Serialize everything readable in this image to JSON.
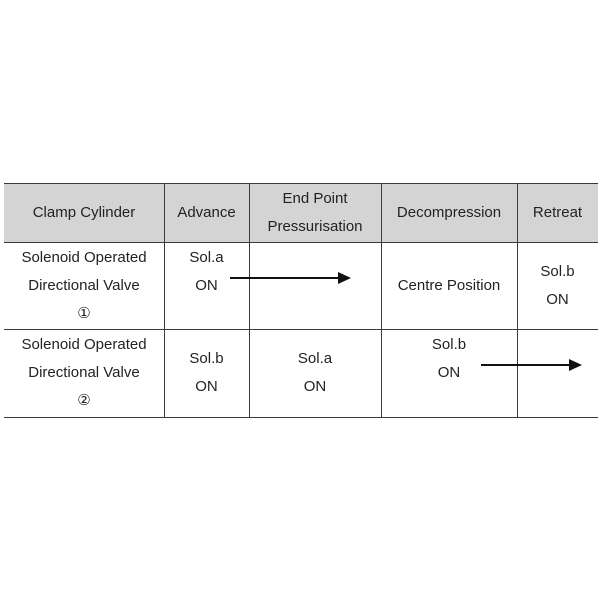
{
  "header": {
    "clamp_cylinder": "Clamp Cylinder",
    "advance": "Advance",
    "end_point_line1": "End Point",
    "end_point_line2": "Pressurisation",
    "decompression": "Decompression",
    "retreat": "Retreat"
  },
  "rows": [
    {
      "name_line1": "Solenoid Operated",
      "name_line2": "Directional Valve",
      "name_number": "①",
      "advance_line1": "Sol.a",
      "advance_line2": "ON",
      "decompression": "Centre Position",
      "retreat_line1": "Sol.b",
      "retreat_line2": "ON"
    },
    {
      "name_line1": "Solenoid Operated",
      "name_line2": "Directional Valve",
      "name_number": "②",
      "advance_line1": "Sol.b",
      "advance_line2": "ON",
      "end_point_line1": "Sol.a",
      "end_point_line2": "ON",
      "decompression_line1": "Sol.b",
      "decompression_line2": "ON"
    }
  ]
}
